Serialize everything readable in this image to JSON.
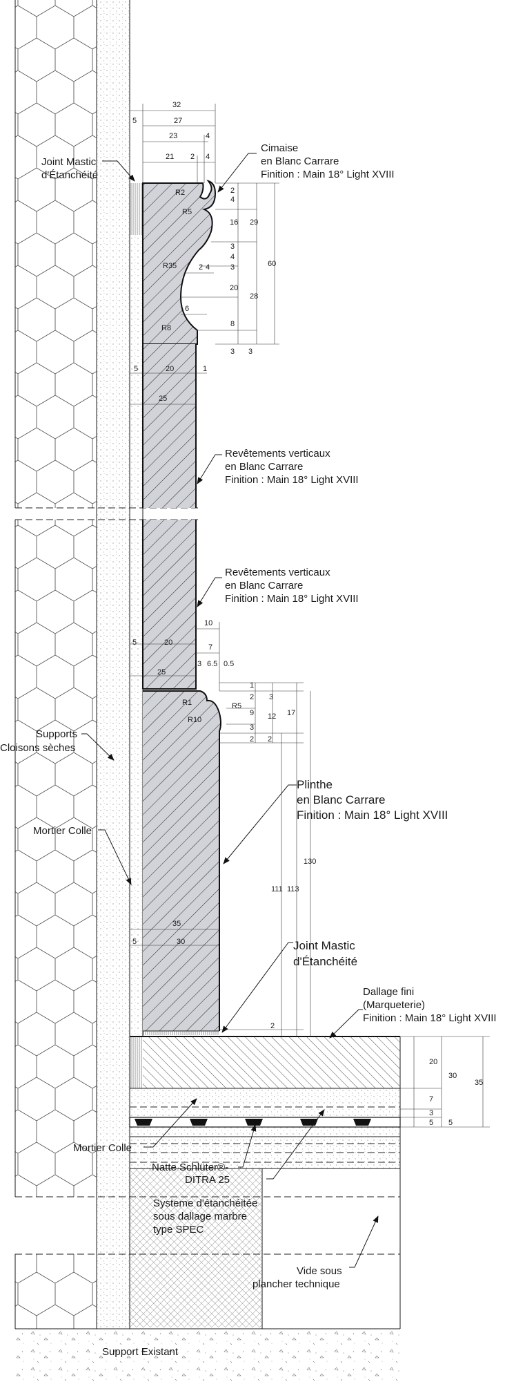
{
  "labels": {
    "cimaise": [
      "Cimaise",
      "en Blanc Carrare",
      "Finition : Main 18° Light XVIII"
    ],
    "joint_mastic_top": [
      "Joint Mastic",
      "d'Étanchéité"
    ],
    "revetements_1": [
      "Revêtements verticaux",
      "en Blanc Carrare",
      "Finition : Main 18° Light XVIII"
    ],
    "revetements_2": [
      "Revêtements verticaux",
      "en Blanc Carrare",
      "Finition : Main 18° Light XVIII"
    ],
    "supports": [
      "Supports",
      "Cloisons sèches"
    ],
    "mortier_colle_wall": "Mortier Colle",
    "plinthe": [
      "Plinthe",
      "en Blanc Carrare",
      "Finition : Main 18° Light XVIII"
    ],
    "joint_mastic_bottom": [
      "Joint Mastic",
      "d'Étanchéité"
    ],
    "dallage": [
      "Dallage fini",
      "(Marqueterie)",
      "Finition : Main 18° Light XVIII"
    ],
    "mortier_colle_floor": "Mortier Colle",
    "natte": [
      "Natte Schlüter®-",
      "DITRA 25"
    ],
    "systeme": [
      "Systeme d'étanchéitée",
      "sous dallage marbre",
      "type SPEC"
    ],
    "vide": [
      "Vide sous",
      "plancher technique"
    ],
    "support_existant": "Support Existant"
  },
  "dimensions": {
    "cimaise_top": [
      "32",
      "5",
      "27",
      "23",
      "4",
      "21",
      "2",
      "4"
    ],
    "cimaise_side": [
      "2",
      "4",
      "16",
      "29",
      "3",
      "4",
      "3",
      "60",
      "20",
      "28",
      "8",
      "3",
      "3"
    ],
    "cimaise_profile": [
      "R2",
      "R5",
      "R35",
      "R8",
      "2",
      "4",
      "6"
    ],
    "revetement_1": [
      "5",
      "20",
      "1",
      "25"
    ],
    "revetement_2": [
      "10",
      "7",
      "3",
      "6.5",
      "0.5",
      "5",
      "20",
      "25"
    ],
    "plinthe_side": [
      "1",
      "2",
      "3",
      "9",
      "12",
      "17",
      "3",
      "2",
      "2",
      "111",
      "113",
      "130",
      "2"
    ],
    "plinthe_profile": [
      "R1",
      "R5",
      "R10"
    ],
    "plinthe_base": [
      "35",
      "5",
      "30"
    ],
    "floor_side": [
      "20",
      "30",
      "35",
      "7",
      "3",
      "5",
      "5"
    ]
  }
}
